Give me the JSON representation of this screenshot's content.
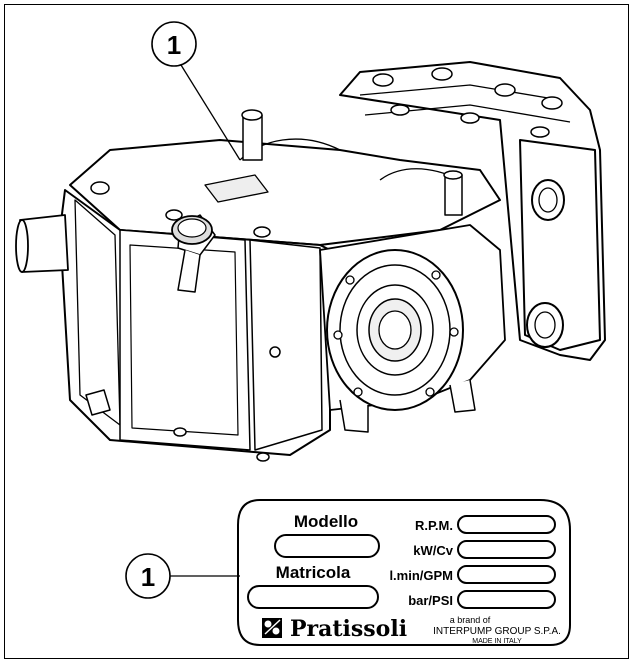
{
  "callouts": [
    {
      "number": "1"
    },
    {
      "number": "1"
    }
  ],
  "plate": {
    "modello": "Modello",
    "matricola": "Matricola",
    "rpm": "R.P.M.",
    "kwcv": "kW/Cv",
    "lmin": "l.min/GPM",
    "barpsi": "bar/PSI",
    "brand_name": "Pratissoli",
    "brand_of": "a brand of",
    "group": "INTERPUMP GROUP S.P.A.",
    "origin": "MADE IN ITALY"
  },
  "colors": {
    "line": "#000000",
    "shade": "#d9d9d9",
    "plate_fill": "#ffffff"
  },
  "icons": [
    "pump-drawing",
    "pratissoli-logo-icon"
  ]
}
